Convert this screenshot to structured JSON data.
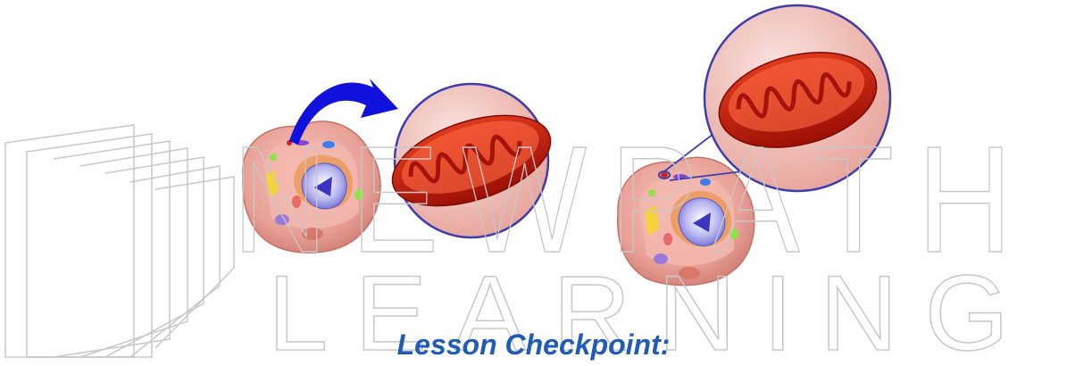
{
  "caption": "Lesson Checkpoint:",
  "watermark": {
    "line1": "NEWPATH",
    "line2": "LEARNING"
  },
  "colors": {
    "caption": "#1f5bb8",
    "watermark_stroke": "#c8c8c8",
    "arrow": "#1111dd",
    "zoom_ring": "#3d3db0",
    "cell_body": "#e79a90",
    "mito_outer": "#c61808",
    "mito_inner": "#ff5a3a"
  },
  "icons": [
    "animal-cell-icon",
    "mitochondrion-icon",
    "curved-arrow-icon"
  ]
}
